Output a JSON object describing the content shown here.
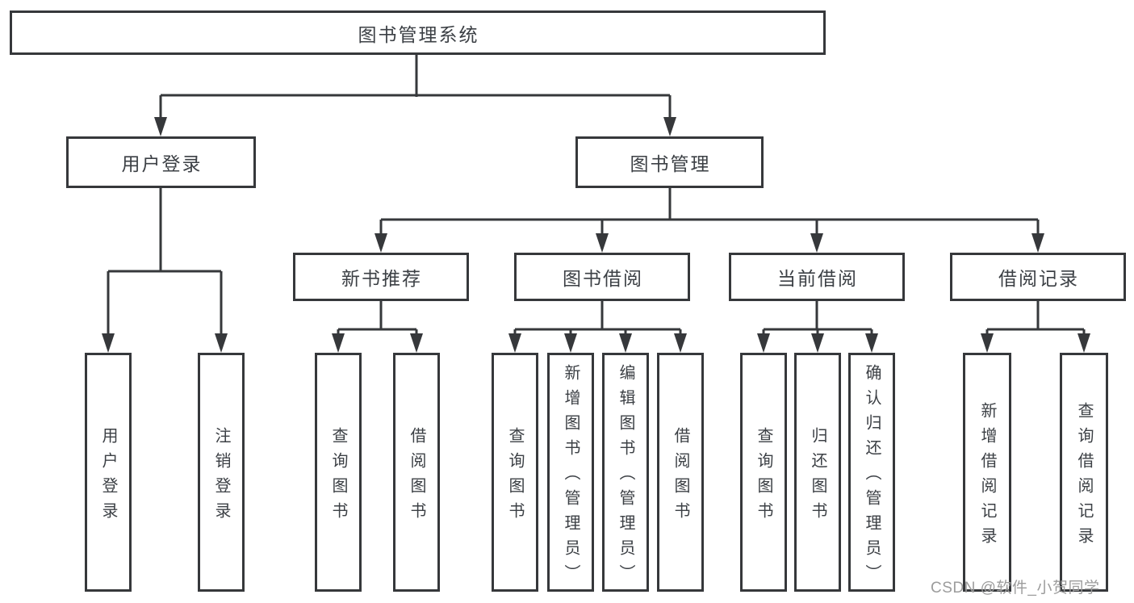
{
  "root": {
    "label": "图书管理系统"
  },
  "level2": {
    "user_login": {
      "label": "用户登录"
    },
    "book_mgmt": {
      "label": "图书管理"
    }
  },
  "level3": {
    "new_books": {
      "label": "新书推荐"
    },
    "borrowing": {
      "label": "图书借阅"
    },
    "current": {
      "label": "当前借阅"
    },
    "records": {
      "label": "借阅记录"
    }
  },
  "leaves": {
    "user_login": [
      "用户登录",
      "注销登录"
    ],
    "new_books": [
      "查询图书",
      "借阅图书"
    ],
    "borrowing": [
      "查询图书",
      "新增图书（管理员）",
      "编辑图书（管理员）",
      "借阅图书"
    ],
    "current": [
      "查询图书",
      "归还图书",
      "确认归还（管理员）"
    ],
    "records": [
      "新增借阅记录",
      "查询借阅记录"
    ]
  },
  "watermark": "CSDN @软件_小贺同学",
  "colors": {
    "line": "#36383b",
    "text": "#3c4045",
    "watermark": "#9c9c9c",
    "background": "#ffffff"
  }
}
